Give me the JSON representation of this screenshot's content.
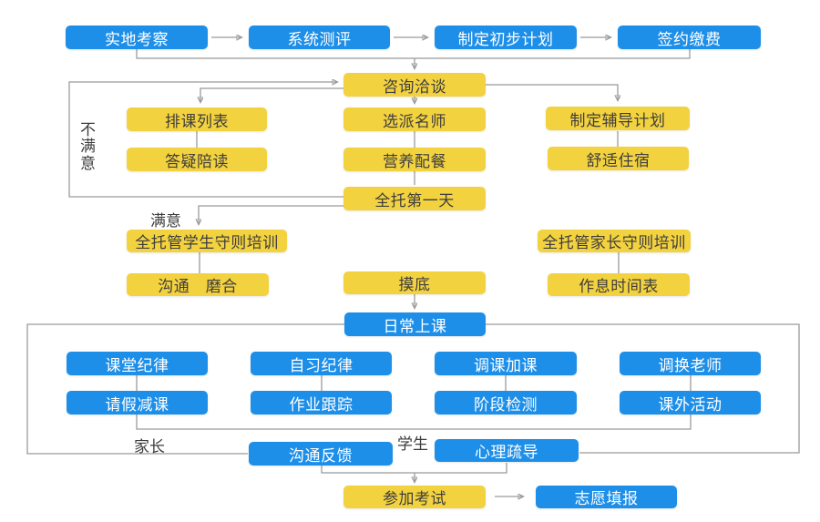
{
  "palette": {
    "blue": "#1e8fe8",
    "yellow": "#f3d23f",
    "line": "#9b9b9b"
  },
  "nodes": {
    "site_visit": {
      "label": "实地考察"
    },
    "system_eval": {
      "label": "系统测评"
    },
    "initial_plan": {
      "label": "制定初步计划"
    },
    "sign_pay": {
      "label": "签约缴费"
    },
    "consult": {
      "label": "咨询洽谈"
    },
    "course_list": {
      "label": "排课列表"
    },
    "select_teacher": {
      "label": "选派名师"
    },
    "tutoring_plan": {
      "label": "制定辅导计划"
    },
    "qa_accompany": {
      "label": "答疑陪读"
    },
    "nutrition": {
      "label": "营养配餐"
    },
    "comfy_stay": {
      "label": "舒适住宿"
    },
    "first_day": {
      "label": "全托第一天"
    },
    "student_rules": {
      "label": "全托管学生守则培训"
    },
    "parent_rules": {
      "label": "全托管家长守则培训"
    },
    "comm_adjust": {
      "label": "沟通　磨合"
    },
    "assessment": {
      "label": "摸底"
    },
    "timetable": {
      "label": "作息时间表"
    },
    "daily_class": {
      "label": "日常上课"
    },
    "class_discipline": {
      "label": "课堂纪律"
    },
    "selfstudy_discipline": {
      "label": "自习纪律"
    },
    "adjust_class": {
      "label": "调课加课"
    },
    "change_teacher": {
      "label": "调换老师"
    },
    "leave_reduce": {
      "label": "请假减课"
    },
    "homework_track": {
      "label": "作业跟踪"
    },
    "stage_test": {
      "label": "阶段检测"
    },
    "extracurricular": {
      "label": "课外活动"
    },
    "comm_feedback": {
      "label": "沟通反馈"
    },
    "psych_counsel": {
      "label": "心理疏导"
    },
    "take_exam": {
      "label": "参加考试"
    },
    "volunteer_fill": {
      "label": "志愿填报"
    }
  },
  "edge_labels": {
    "unsatisfied": "不满意",
    "satisfied": "满意",
    "parent": "家长",
    "student": "学生"
  }
}
